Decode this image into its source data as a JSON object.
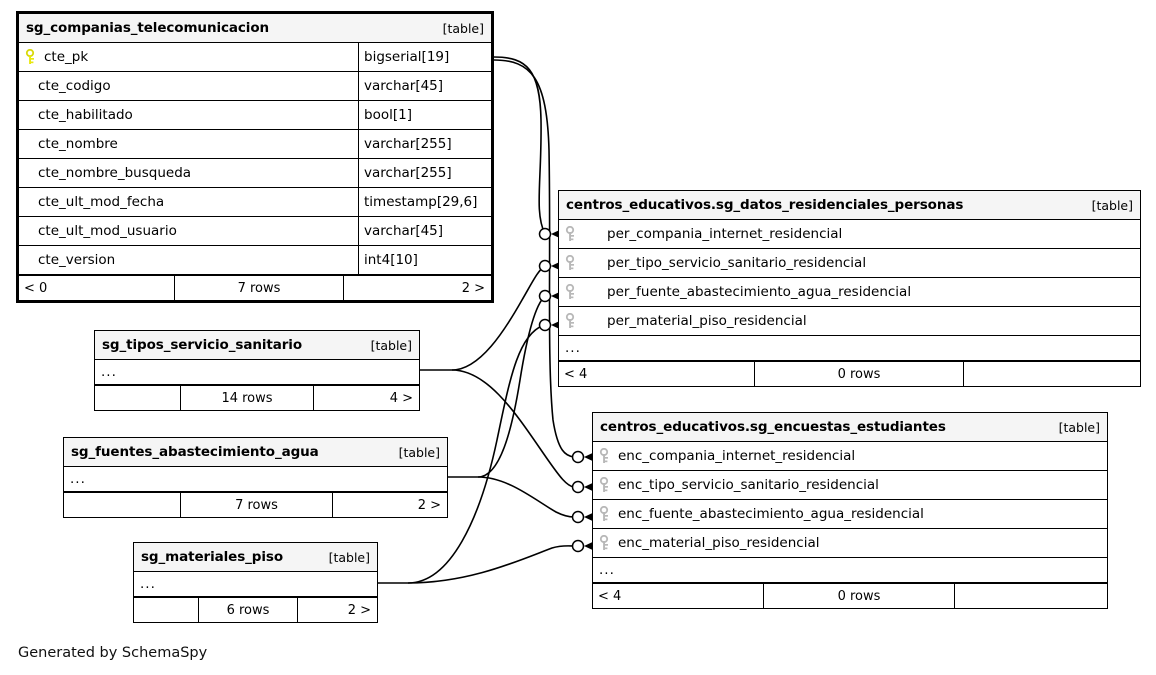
{
  "diagram": {
    "caption": "Generated by SchemaSpy",
    "table_tag": "[table]",
    "ellipsis": "...",
    "pk_key_color": "#e8e80f",
    "fk_key_color": "#b8b8b8",
    "header_bg": "#f5f5f5",
    "line_color": "#000000"
  },
  "tables": {
    "companias": {
      "name": "sg_companias_telecomunicacion",
      "tag": "[table]",
      "columns": [
        {
          "name": "cte_pk",
          "type": "bigserial[19]",
          "key": "pk"
        },
        {
          "name": "cte_codigo",
          "type": "varchar[45]",
          "key": "none"
        },
        {
          "name": "cte_habilitado",
          "type": "bool[1]",
          "key": "none"
        },
        {
          "name": "cte_nombre",
          "type": "varchar[255]",
          "key": "none"
        },
        {
          "name": "cte_nombre_busqueda",
          "type": "varchar[255]",
          "key": "none"
        },
        {
          "name": "cte_ult_mod_fecha",
          "type": "timestamp[29,6]",
          "key": "none"
        },
        {
          "name": "cte_ult_mod_usuario",
          "type": "varchar[45]",
          "key": "none"
        },
        {
          "name": "cte_version",
          "type": "int4[10]",
          "key": "none"
        }
      ],
      "footer": {
        "left": "< 0",
        "middle": "7 rows",
        "right": "2 >"
      }
    },
    "datos_residenciales": {
      "name": "centros_educativos.sg_datos_residenciales_personas",
      "tag": "[table]",
      "columns": [
        {
          "name": "per_compania_internet_residencial",
          "key": "fk"
        },
        {
          "name": "per_tipo_servicio_sanitario_residencial",
          "key": "fk"
        },
        {
          "name": "per_fuente_abastecimiento_agua_residencial",
          "key": "fk"
        },
        {
          "name": "per_material_piso_residencial",
          "key": "fk"
        }
      ],
      "ellipsis": "...",
      "footer": {
        "left": "< 4",
        "middle": "0 rows",
        "right": ""
      }
    },
    "encuestas": {
      "name": "centros_educativos.sg_encuestas_estudiantes",
      "tag": "[table]",
      "columns": [
        {
          "name": "enc_compania_internet_residencial",
          "key": "fk"
        },
        {
          "name": "enc_tipo_servicio_sanitario_residencial",
          "key": "fk"
        },
        {
          "name": "enc_fuente_abastecimiento_agua_residencial",
          "key": "fk"
        },
        {
          "name": "enc_material_piso_residencial",
          "key": "fk"
        }
      ],
      "ellipsis": "...",
      "footer": {
        "left": "< 4",
        "middle": "0 rows",
        "right": ""
      }
    },
    "tipos_servicio_sanitario": {
      "name": "sg_tipos_servicio_sanitario",
      "tag": "[table]",
      "ellipsis": "...",
      "footer": {
        "left": "",
        "middle": "14 rows",
        "right": "4 >"
      }
    },
    "fuentes_abastecimiento_agua": {
      "name": "sg_fuentes_abastecimiento_agua",
      "tag": "[table]",
      "ellipsis": "...",
      "footer": {
        "left": "",
        "middle": "7 rows",
        "right": "2 >"
      }
    },
    "materiales_piso": {
      "name": "sg_materiales_piso",
      "tag": "[table]",
      "ellipsis": "...",
      "footer": {
        "left": "",
        "middle": "6 rows",
        "right": "2 >"
      }
    }
  },
  "relationships": [
    {
      "from": "sg_companias_telecomunicacion",
      "to": "centros_educativos.sg_datos_residenciales_personas",
      "column": "per_compania_internet_residencial",
      "cardinality": "zero-or-many"
    },
    {
      "from": "sg_companias_telecomunicacion",
      "to": "centros_educativos.sg_encuestas_estudiantes",
      "column": "enc_compania_internet_residencial",
      "cardinality": "zero-or-many"
    },
    {
      "from": "sg_tipos_servicio_sanitario",
      "to": "centros_educativos.sg_datos_residenciales_personas",
      "column": "per_tipo_servicio_sanitario_residencial",
      "cardinality": "zero-or-many"
    },
    {
      "from": "sg_tipos_servicio_sanitario",
      "to": "centros_educativos.sg_encuestas_estudiantes",
      "column": "enc_tipo_servicio_sanitario_residencial",
      "cardinality": "zero-or-many"
    },
    {
      "from": "sg_fuentes_abastecimiento_agua",
      "to": "centros_educativos.sg_datos_residenciales_personas",
      "column": "per_fuente_abastecimiento_agua_residencial",
      "cardinality": "zero-or-many"
    },
    {
      "from": "sg_fuentes_abastecimiento_agua",
      "to": "centros_educativos.sg_encuestas_estudiantes",
      "column": "enc_fuente_abastecimiento_agua_residencial",
      "cardinality": "zero-or-many"
    },
    {
      "from": "sg_materiales_piso",
      "to": "centros_educativos.sg_datos_residenciales_personas",
      "column": "per_material_piso_residencial",
      "cardinality": "zero-or-many"
    },
    {
      "from": "sg_materiales_piso",
      "to": "centros_educativos.sg_encuestas_estudiantes",
      "column": "enc_material_piso_residencial",
      "cardinality": "zero-or-many"
    }
  ]
}
